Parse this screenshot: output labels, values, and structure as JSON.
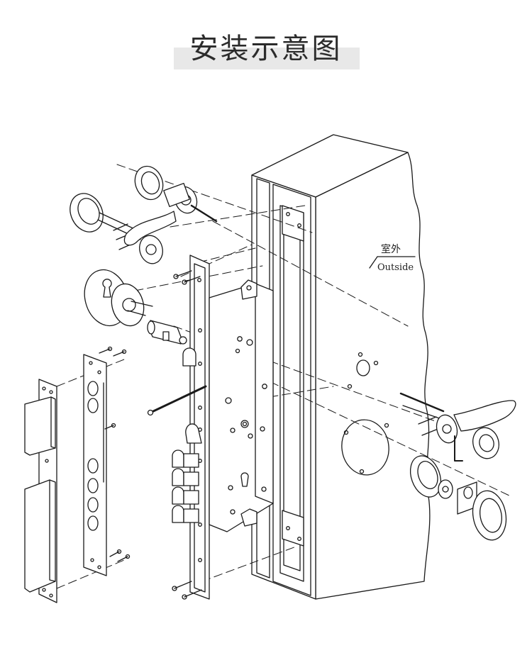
{
  "title": "安装示意图",
  "labels": {
    "outside_cn": "室外",
    "outside_en": "Outside"
  },
  "colors": {
    "line": "#1a1a1a",
    "title_bar": "#e8e8e8",
    "hatch": "#888888"
  }
}
